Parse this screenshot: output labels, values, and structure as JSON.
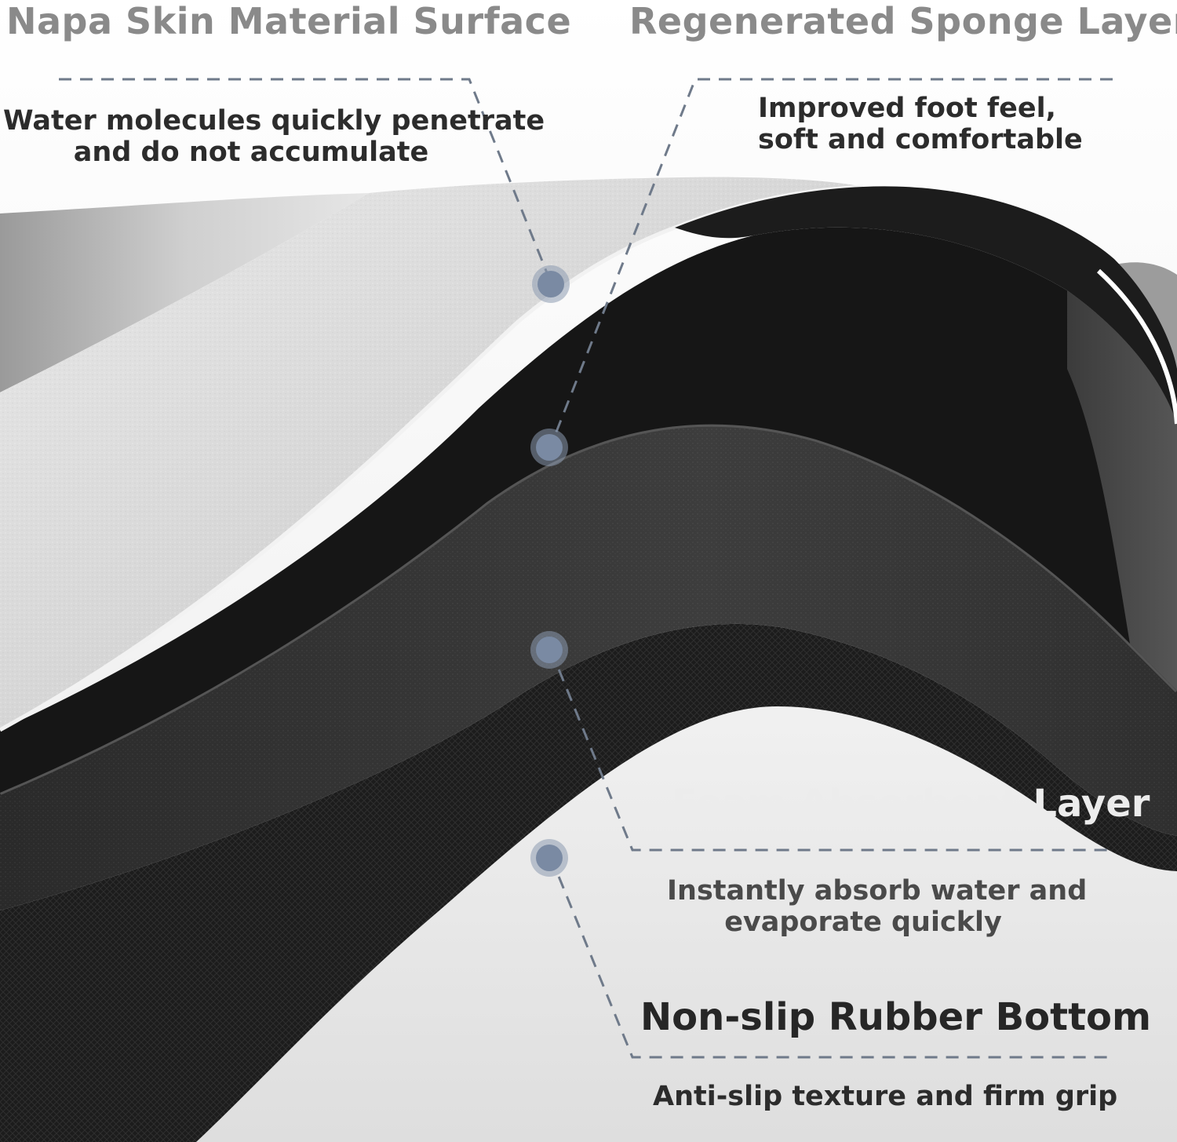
{
  "layers": [
    {
      "title": "Napa Skin Material Surface",
      "description": [
        "Water molecules quickly penetrate",
        "and do not accumulate"
      ]
    },
    {
      "title": "Regenerated Sponge Layer",
      "description": [
        "Improved foot feel,",
        "soft and comfortable"
      ]
    },
    {
      "title": "Foam Absorbent Layer",
      "description": [
        "Instantly absorb water and",
        "evaporate quickly"
      ]
    },
    {
      "title": "Non-slip Rubber Bottom",
      "description": [
        "Anti-slip texture and firm grip"
      ]
    }
  ],
  "colors": {
    "surface_layer": "#dcdcdc",
    "sponge_layer": "#161616",
    "foam_layer": "#3a3a3a",
    "rubber_layer": "#1e1e1e",
    "marker_dot": "#7a8aa3",
    "leader_line": "#6f7a8a"
  }
}
